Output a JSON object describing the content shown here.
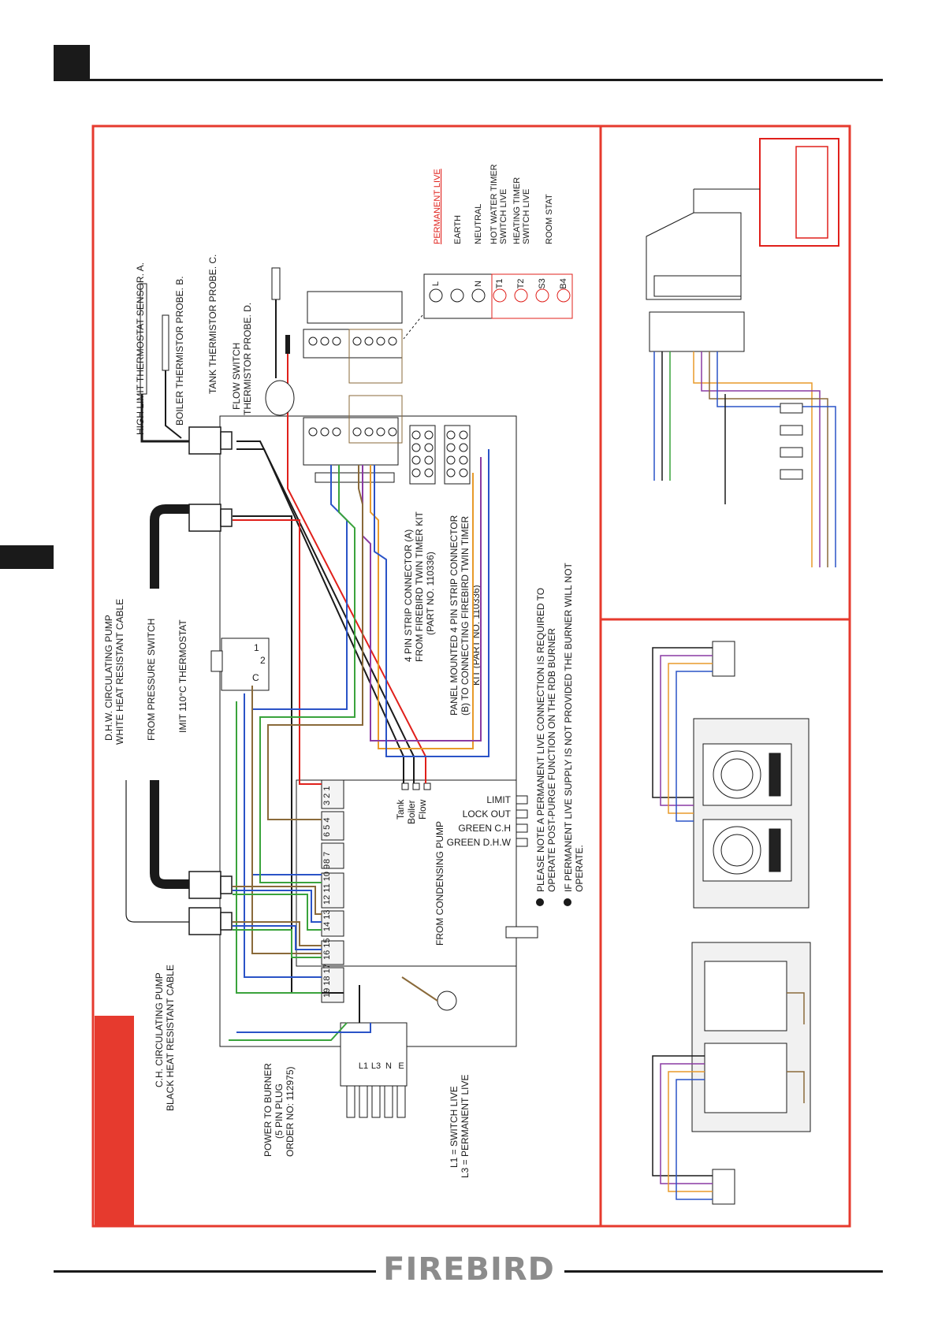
{
  "brand": {
    "logo_text": "FIREBIRD",
    "accent": "#e63a2e"
  },
  "colors": {
    "frame": "#e63a2e",
    "live": "#e0201b",
    "neutral": "#2a53c7",
    "earth": "#3aa33c",
    "brown": "#8a6a3a",
    "orange": "#e89a2a",
    "purple": "#8a3aa3",
    "black": "#1a1a1a"
  },
  "sensors": {
    "high_limit": "HIGH LIMIT THERMOSTAT SENSOR. A.",
    "boiler_probe": "BOILER THERMISTOR PROBE. B.",
    "tank_probe": "TANK THERMISTOR PROBE. C.",
    "flow_switch": "FLOW SWITCH",
    "flow_probe": "THERMISTOR PROBE. D."
  },
  "terminal_labels": {
    "permanent_live": "PERMANENT LIVE",
    "earth": "EARTH",
    "neutral": "NEUTRAL",
    "hot_water_timer": "HOT WATER TIMER",
    "hot_water_switch_live": "SWITCH LIVE",
    "heating_timer": "HEATING TIMER",
    "heating_switch_live": "SWITCH LIVE",
    "room_stat": "ROOM STAT",
    "codes": [
      "L",
      "",
      "N",
      "T1",
      "T2",
      "S3",
      "B4"
    ]
  },
  "strip": {
    "a_line1": "4 PIN STRIP CONNECTOR (A)",
    "a_line2": "FROM FIREBIRD TWIN TIMER KIT",
    "a_line3": "(PART NO. 110336)",
    "b_line1": "PANEL MOUNTED 4 PIN STRIP CONNECTOR",
    "b_line2": "(B) TO CONNECTING FIREBIRD TWIN TIMER",
    "b_line3": "KIT (PART NO. 110336)"
  },
  "notes": {
    "note1_line1": "PLEASE NOTE A PERMANENT LIVE CONNECTION IS REQUIRED TO",
    "note1_line2": "OPERATE POST-PURGE FUNCTION ON THE RDB BURNER",
    "note2_line1": "IF PERMANENT LIVE SUPPLY IS NOT PROVIDED THE BURNER WILL NOT",
    "note2_line2": "OPERATE."
  },
  "left_labels": {
    "dhw_pump_1": "D.H.W. CIRCULATING PUMP",
    "dhw_pump_2": "WHITE HEAT RESISTANT CABLE",
    "pressure_switch": "FROM PRESSURE SWITCH",
    "limit_thermostat": "IMIT 110°C THERMOSTAT",
    "ch_pump_1": "C.H. CIRCULATING PUMP",
    "ch_pump_2": "BLACK HEAT RESISTANT CABLE",
    "power_1": "POWER TO BURNER",
    "power_2": "(5 PIN PLUG",
    "power_3": "ORDER NO: 112975)",
    "l1": "L1 = SWITCH LIVE",
    "l3": "L3 = PERMANENT LIVE",
    "condensing_pump": "FROM CONDENSING PUMP"
  },
  "probe_terminals": {
    "tank": "Tank",
    "boiler": "Boiler",
    "flow": "Flow"
  },
  "indicators": {
    "limit": "LIMIT",
    "lock_out": "LOCK OUT",
    "green_ch": "GREEN C.H",
    "green_dhw": "GREEN D.H.W"
  },
  "pcb_terminals": [
    "3 2 1",
    "6 5 4",
    "8 7",
    "12 11 10 9",
    "14 13",
    "16 15",
    "19 18 17"
  ],
  "switch_terminals": {
    "c": "C",
    "one": "1",
    "two": "2"
  },
  "plug_codes": [
    "L1",
    "L3",
    "N",
    "E"
  ]
}
